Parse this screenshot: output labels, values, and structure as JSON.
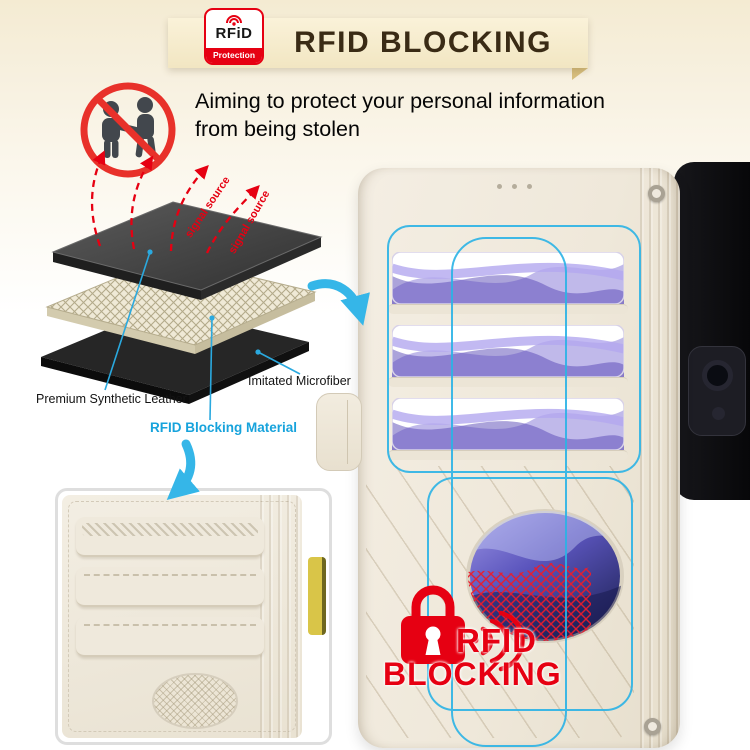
{
  "banner": {
    "title": "RFID BLOCKING",
    "logo": {
      "brand": "RFiD",
      "sub": "Protection"
    }
  },
  "intro": {
    "text": "Aiming to protect your personal information from being stolen"
  },
  "diagram": {
    "signal_label": "signal source",
    "layers": {
      "leather": "Premium Synthetic Leather",
      "rfid": "RFID Blocking Material",
      "microfiber": "Imitated Microfiber"
    }
  },
  "lock_badge": {
    "line1": "RFID",
    "line2": "BLOCKING"
  },
  "colors": {
    "accent_red": "#e60012",
    "accent_cyan": "#29abe2",
    "banner_bg": "#f8efd3",
    "case_cream": "#efe8da",
    "card_purple": "#7f6fd6",
    "window_navy": "#23265e"
  }
}
